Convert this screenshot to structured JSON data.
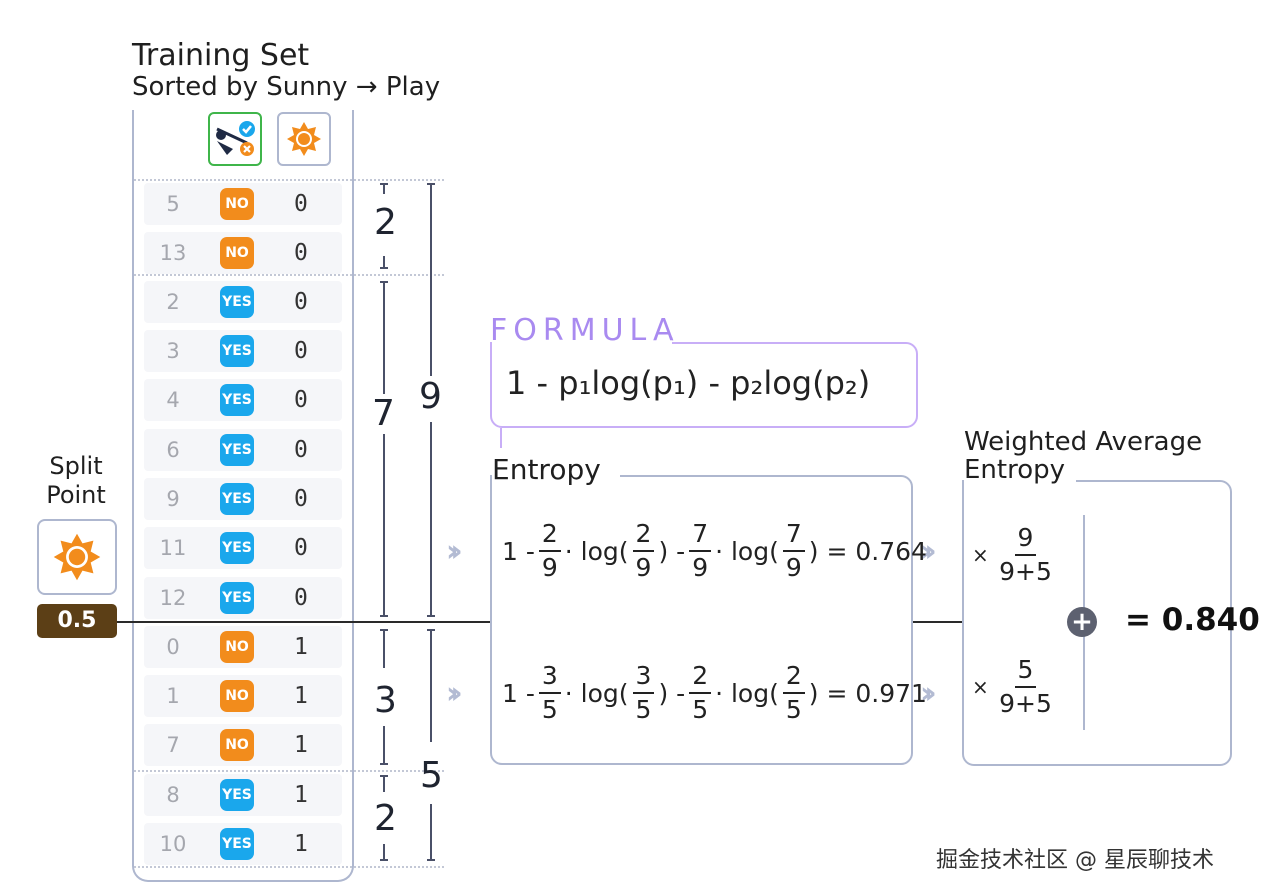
{
  "title": "Training Set",
  "subtitle": "Sorted by Sunny → Play",
  "header_icons": {
    "play": "play-yes-no-icon",
    "sunny": "sun-icon"
  },
  "colors": {
    "no": "#f28c1c",
    "yes": "#1aa7ec",
    "formula": "#a98af0",
    "panel_border": "#aeb7cf",
    "split_bg": "#5c3f16"
  },
  "rows": [
    {
      "id": "5",
      "play": "NO",
      "sunny": "0"
    },
    {
      "id": "13",
      "play": "NO",
      "sunny": "0"
    },
    {
      "id": "2",
      "play": "YES",
      "sunny": "0"
    },
    {
      "id": "3",
      "play": "YES",
      "sunny": "0"
    },
    {
      "id": "4",
      "play": "YES",
      "sunny": "0"
    },
    {
      "id": "6",
      "play": "YES",
      "sunny": "0"
    },
    {
      "id": "9",
      "play": "YES",
      "sunny": "0"
    },
    {
      "id": "11",
      "play": "YES",
      "sunny": "0"
    },
    {
      "id": "12",
      "play": "YES",
      "sunny": "0"
    },
    {
      "id": "0",
      "play": "NO",
      "sunny": "1"
    },
    {
      "id": "1",
      "play": "NO",
      "sunny": "1"
    },
    {
      "id": "7",
      "play": "NO",
      "sunny": "1"
    },
    {
      "id": "8",
      "play": "YES",
      "sunny": "1"
    },
    {
      "id": "10",
      "play": "YES",
      "sunny": "1"
    }
  ],
  "counts": {
    "left_no": "2",
    "left_yes": "7",
    "left_total": "9",
    "right_no": "3",
    "right_yes": "2",
    "right_total": "5"
  },
  "split": {
    "label": "Split\nPoint",
    "value": "0.5"
  },
  "formula": {
    "label": "FORMULA",
    "text": "1 - p₁log(p₁) - p₂log(p₂)"
  },
  "entropy": {
    "label": "Entropy",
    "left": {
      "a_n": "2",
      "a_d": "9",
      "b_n": "7",
      "b_d": "9",
      "result": "= 0.764"
    },
    "right": {
      "a_n": "3",
      "a_d": "5",
      "b_n": "2",
      "b_d": "5",
      "result": "= 0.971"
    }
  },
  "weighted": {
    "label": "Weighted Average\nEntropy",
    "left": {
      "n": "9",
      "d": "9+5"
    },
    "right": {
      "n": "5",
      "d": "9+5"
    },
    "result": "= 0.840"
  },
  "watermark": "掘金技术社区 @ 星辰聊技术"
}
